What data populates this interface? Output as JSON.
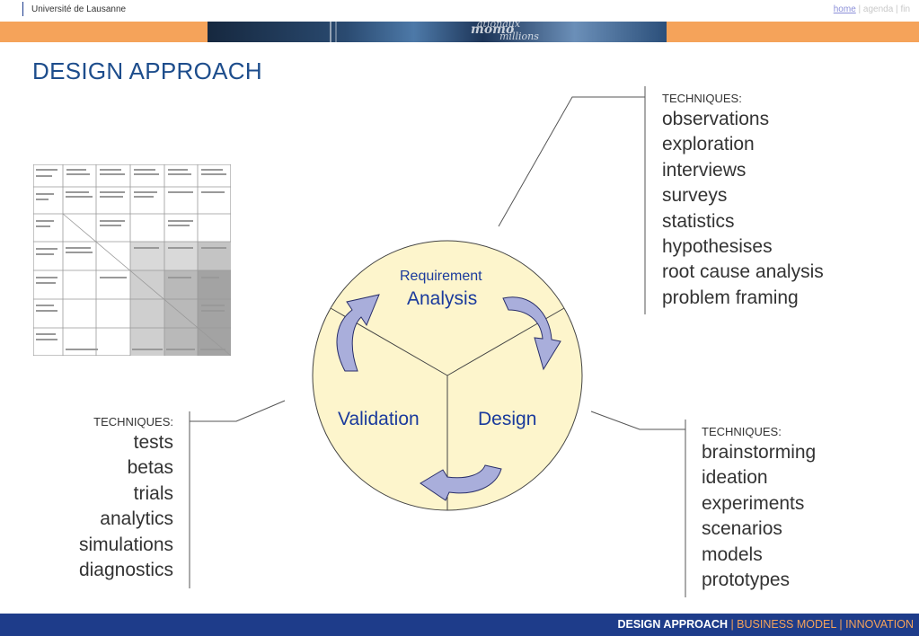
{
  "header": {
    "university": "Université de Lausanne",
    "nav": [
      {
        "label": "home"
      },
      {
        "label": "agenda"
      },
      {
        "label": "fin"
      }
    ],
    "banner_fragments": [
      "momo",
      "ationaux",
      "millions"
    ]
  },
  "page": {
    "title": "DESIGN APPROACH"
  },
  "cycle": {
    "requirement": "Requirement",
    "analysis": "Analysis",
    "validation": "Validation",
    "design": "Design"
  },
  "techniques": {
    "analysis": {
      "label": "TECHNIQUES:",
      "items": [
        "observations",
        "exploration",
        "interviews",
        "surveys",
        "statistics",
        "hypothesises",
        "root cause analysis",
        "problem framing"
      ]
    },
    "design": {
      "label": "TECHNIQUES:",
      "items": [
        "brainstorming",
        "ideation",
        "experiments",
        "scenarios",
        "models",
        "prototypes"
      ]
    },
    "validation": {
      "label": "TECHNIQUES:",
      "items": [
        "tests",
        "betas",
        "trials",
        "analytics",
        "simulations",
        "diagnostics"
      ]
    }
  },
  "footer": {
    "current": "DESIGN APPROACH",
    "sections": [
      "BUSINESS MODEL",
      "INNOVATION"
    ]
  },
  "colors": {
    "title_blue": "#1d4d8c",
    "cycle_fill": "#fdf5cc",
    "arrow_fill": "#a9aedb",
    "orange_band": "#f5a35a",
    "footer_blue": "#1e3c8a"
  }
}
